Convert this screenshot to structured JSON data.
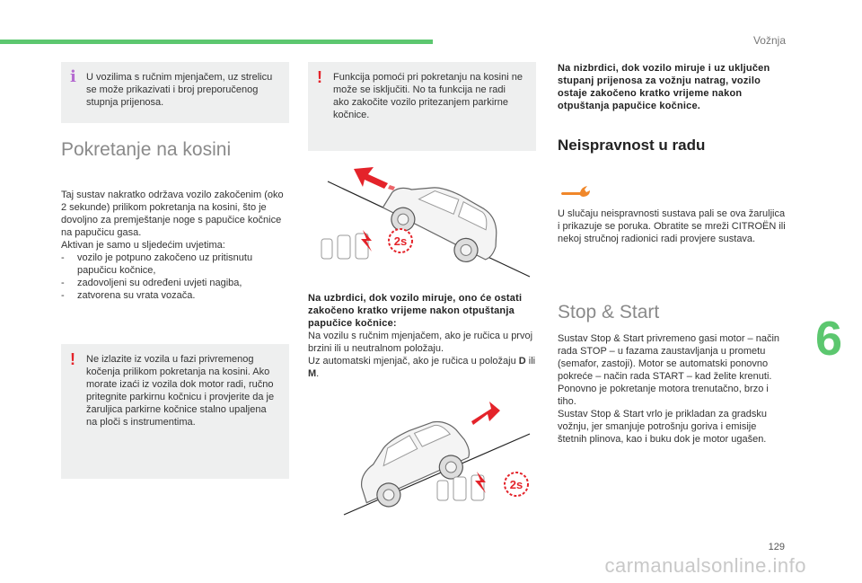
{
  "header": {
    "section": "Vožnja"
  },
  "col1": {
    "info_note": "U vozilima s ručnim mjenjačem, uz strelicu se može prikazivati i broj preporučenog stupnja prijenosa.",
    "heading": "Pokretanje na kosini",
    "para_lines": [
      "Taj sustav nakratko održava vozilo zakočenim (oko 2 sekunde) prilikom pokretanja na kosini, što je dovoljno za premještanje noge s papučice kočnice na papučicu gasa.",
      "Aktivan je samo u sljedećim uvjetima:"
    ],
    "conditions": [
      "vozilo je potpuno zakočeno uz pritisnutu papučicu kočnice,",
      "zadovoljeni su određeni uvjeti nagiba,",
      "zatvorena su vrata vozača."
    ],
    "warn_note": "Ne izlazite iz vozila u fazi privremenog kočenja prilikom pokretanja na kosini. Ako morate izaći iz vozila dok motor radi, ručno pritegnite parkirnu kočnicu i provjerite da je žaruljica parkirne kočnice stalno upaljena na ploči s instrumentima."
  },
  "col2": {
    "warn_note": "Funkcija pomoći pri pokretanju na kosini ne može se isključiti. No ta funkcija ne radi ako zakočite vozilo pritezanjem parkirne kočnice.",
    "timer_label": "2s",
    "uphill_bold": "Na uzbrdici, dok vozilo miruje, ono će ostati zakočeno kratko vrijeme nakon otpuštanja papučice kočnice:",
    "uphill_line1": "Na vozilu s ručnim mjenjačem, ako je ručica u prvoj brzini ili u neutralnom položaju.",
    "uphill_line2_a": "Uz automatski mjenjač, ako je ručica u položaju ",
    "uphill_d": "D",
    "uphill_or": " ili ",
    "uphill_m": "M",
    "uphill_dot": "."
  },
  "col3": {
    "downhill_bold": "Na nizbrdici, dok vozilo miruje i uz uključen stupanj prijenosa za vožnju natrag, vozilo ostaje zakočeno kratko vrijeme nakon otpuštanja papučice kočnice.",
    "malfunction_heading": "Neispravnost u radu",
    "malfunction_text": "U slučaju neispravnosti sustava pali se ova žaruljica i prikazuje se poruka. Obratite se mreži CITROËN ili nekoj stručnoj radionici radi provjere sustava.",
    "ss_heading": "Stop & Start",
    "ss_paras": [
      "Sustav Stop & Start privremeno gasi motor – način rada STOP – u fazama zaustavljanja u prometu (semafor, zastoji). Motor se automatski ponovno pokreće – način rada START – kad želite krenuti.",
      "Ponovno je pokretanje motora trenutačno, brzo i tiho.",
      "Sustav Stop & Start vrlo je prikladan za gradsku vožnju, jer smanjuje potrošnju goriva i emisije štetnih plinova, kao i buku dok je motor ugašen."
    ]
  },
  "footer": {
    "chapter": "6",
    "page": "129",
    "watermark": "carmanualsonline.info"
  },
  "colors": {
    "accent_green": "#5cc76f",
    "warning_red": "#e4232a",
    "info_purple": "#b56bd0",
    "wrench_orange": "#f0872a"
  },
  "icons": [
    "info-icon",
    "warning-icon",
    "wrench-icon",
    "timer-2s-icon",
    "pedal-icon",
    "arrow-icon",
    "car-illustration"
  ]
}
